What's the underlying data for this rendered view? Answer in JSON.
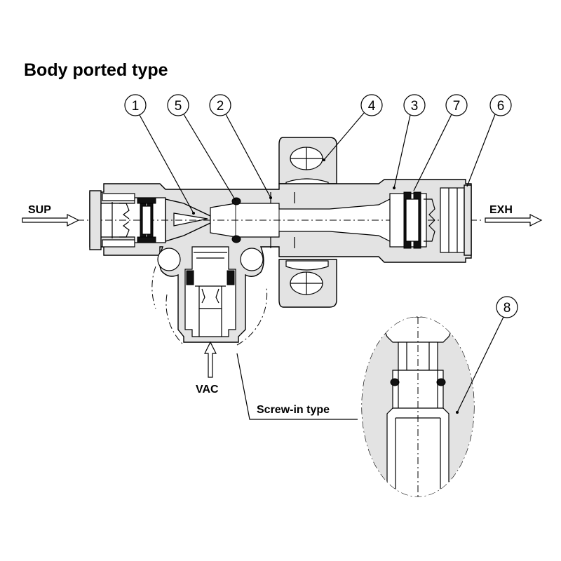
{
  "title": "Body ported type",
  "ports": {
    "supply": "SUP",
    "exhaust": "EXH",
    "vacuum": "VAC"
  },
  "callouts": {
    "detail": "Screw-in type"
  },
  "part_numbers": [
    "1",
    "5",
    "2",
    "4",
    "3",
    "7",
    "6",
    "8"
  ]
}
